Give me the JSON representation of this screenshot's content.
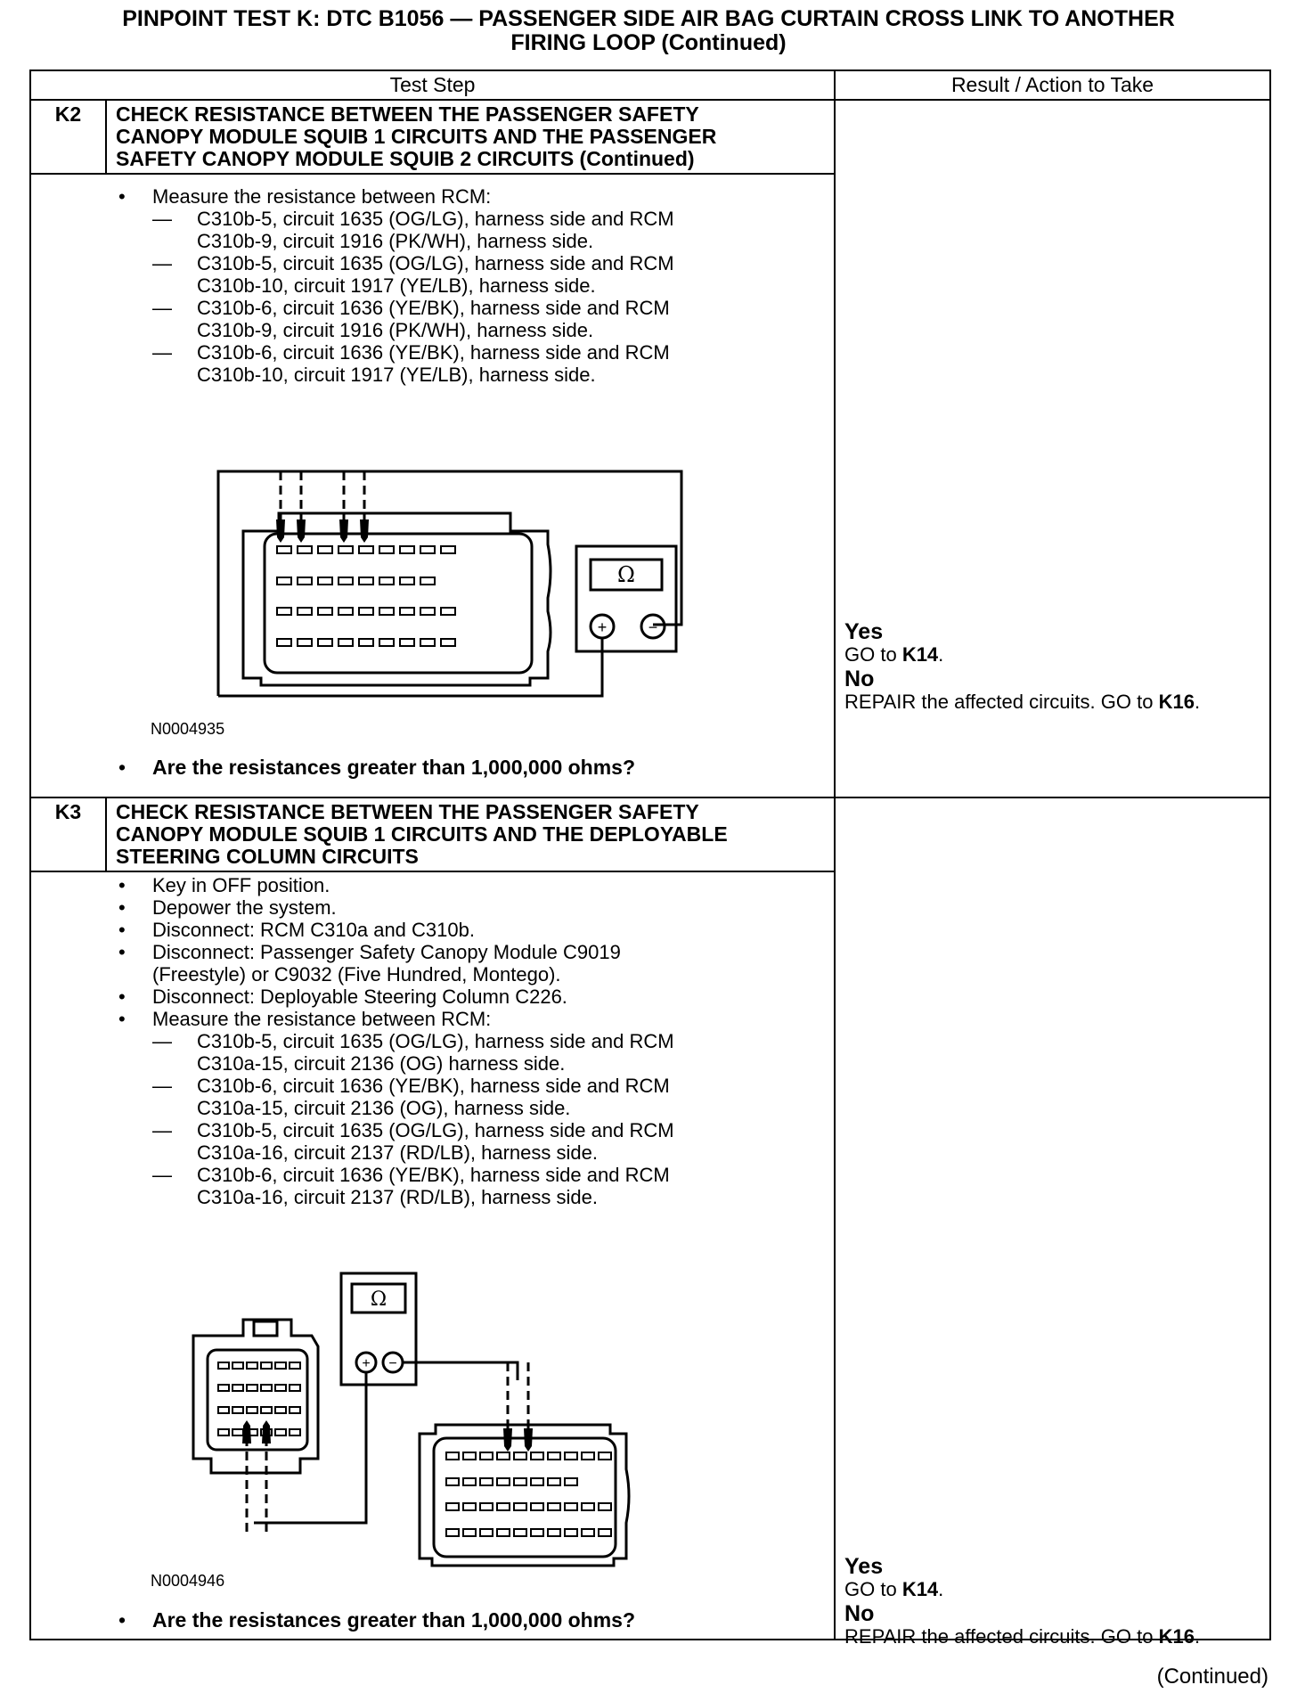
{
  "title": {
    "line1": "PINPOINT TEST  K: DTC B1056 — PASSENGER SIDE AIR BAG CURTAIN CROSS LINK TO ANOTHER",
    "line2": "FIRING LOOP (Continued)"
  },
  "table": {
    "col_test_step": "Test Step",
    "col_result": "Result / Action to Take"
  },
  "k2": {
    "id": "K2",
    "title": [
      "CHECK RESISTANCE BETWEEN THE PASSENGER SAFETY",
      "CANOPY MODULE SQUIB 1 CIRCUITS AND THE PASSENGER",
      "SAFETY CANOPY MODULE SQUIB 2 CIRCUITS (Continued)"
    ],
    "bullet": "Measure the resistance between RCM:",
    "dashes": [
      [
        "C310b-5, circuit 1635 (OG/LG), harness side and RCM",
        "C310b-9, circuit 1916 (PK/WH), harness side."
      ],
      [
        "C310b-5, circuit 1635 (OG/LG), harness side and RCM",
        "C310b-10, circuit 1917 (YE/LB), harness side."
      ],
      [
        "C310b-6, circuit 1636 (YE/BK), harness side and RCM",
        "C310b-9, circuit 1916 (PK/WH), harness side."
      ],
      [
        "C310b-6, circuit 1636 (YE/BK), harness side and RCM",
        "C310b-10, circuit 1917 (YE/LB), harness side."
      ]
    ],
    "figure_id": "N0004935",
    "ohm_symbol": "Ω",
    "plus": "+",
    "minus": "−",
    "question": "Are the resistances greater than 1,000,000 ohms?",
    "yes_label": "Yes",
    "yes_text": "GO to ",
    "yes_target": "K14",
    "yes_end": ".",
    "no_label": "No",
    "no_text": "REPAIR the affected circuits. GO to ",
    "no_target": "K16",
    "no_end": "."
  },
  "k3": {
    "id": "K3",
    "title": [
      "CHECK RESISTANCE BETWEEN THE PASSENGER SAFETY",
      "CANOPY MODULE SQUIB 1 CIRCUITS AND THE DEPLOYABLE",
      "STEERING COLUMN CIRCUITS"
    ],
    "bullets": [
      [
        "Key in OFF position."
      ],
      [
        "Depower the system."
      ],
      [
        "Disconnect: RCM C310a and C310b."
      ],
      [
        "Disconnect: Passenger Safety Canopy Module C9019",
        "(Freestyle) or C9032 (Five Hundred, Montego)."
      ],
      [
        "Disconnect: Deployable Steering Column C226."
      ],
      [
        "Measure the resistance between RCM:"
      ]
    ],
    "dashes": [
      [
        "C310b-5, circuit 1635 (OG/LG), harness side and RCM",
        "C310a-15, circuit 2136 (OG) harness side."
      ],
      [
        "C310b-6, circuit 1636 (YE/BK), harness side and RCM",
        "C310a-15, circuit 2136 (OG), harness side."
      ],
      [
        "C310b-5, circuit 1635 (OG/LG), harness side and RCM",
        "C310a-16, circuit 2137 (RD/LB), harness side."
      ],
      [
        "C310b-6, circuit 1636 (YE/BK), harness side and RCM",
        "C310a-16, circuit 2137 (RD/LB), harness side."
      ]
    ],
    "figure_id": "N0004946",
    "ohm_symbol": "Ω",
    "plus": "+",
    "minus": "−",
    "question": "Are the resistances greater than 1,000,000 ohms?",
    "yes_label": "Yes",
    "yes_text": "GO to ",
    "yes_target": "K14",
    "yes_end": ".",
    "no_label": "No",
    "no_text": "REPAIR the affected circuits. GO to ",
    "no_target": "K16",
    "no_end": "."
  },
  "footer": {
    "continued": "(Continued)"
  }
}
